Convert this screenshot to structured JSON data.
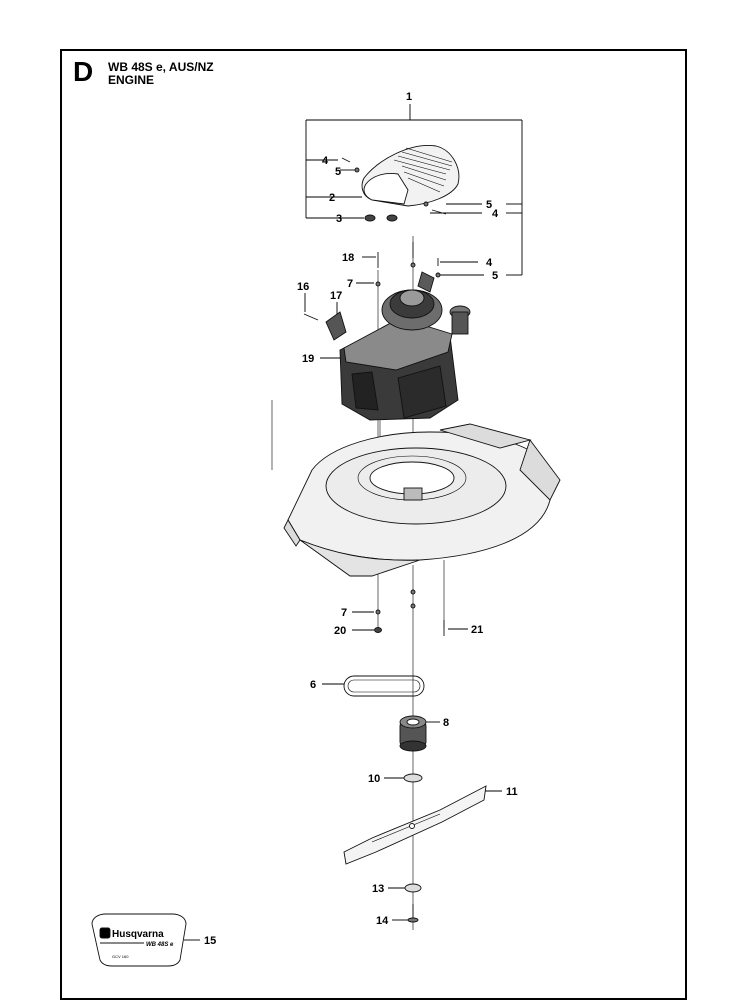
{
  "header": {
    "section_letter": "D",
    "model": "WB 48S e, AUS/NZ",
    "section_title": "ENGINE"
  },
  "callouts": [
    {
      "id": "c1",
      "label": "1"
    },
    {
      "id": "c4a",
      "label": "4"
    },
    {
      "id": "c5a",
      "label": "5"
    },
    {
      "id": "c2",
      "label": "2"
    },
    {
      "id": "c3",
      "label": "3"
    },
    {
      "id": "c5b",
      "label": "5"
    },
    {
      "id": "c4b",
      "label": "4"
    },
    {
      "id": "c18",
      "label": "18"
    },
    {
      "id": "c7a",
      "label": "7"
    },
    {
      "id": "c4c",
      "label": "4"
    },
    {
      "id": "c5c",
      "label": "5"
    },
    {
      "id": "c16",
      "label": "16"
    },
    {
      "id": "c17",
      "label": "17"
    },
    {
      "id": "c19",
      "label": "19"
    },
    {
      "id": "c7b",
      "label": "7"
    },
    {
      "id": "c20",
      "label": "20"
    },
    {
      "id": "c21",
      "label": "21"
    },
    {
      "id": "c6",
      "label": "6"
    },
    {
      "id": "c8",
      "label": "8"
    },
    {
      "id": "c10",
      "label": "10"
    },
    {
      "id": "c11",
      "label": "11"
    },
    {
      "id": "c13",
      "label": "13"
    },
    {
      "id": "c14",
      "label": "14"
    },
    {
      "id": "c15",
      "label": "15"
    }
  ],
  "decal": {
    "brand": "Husqvarna",
    "model": "WB 48S e",
    "engine": "GCV 160"
  }
}
